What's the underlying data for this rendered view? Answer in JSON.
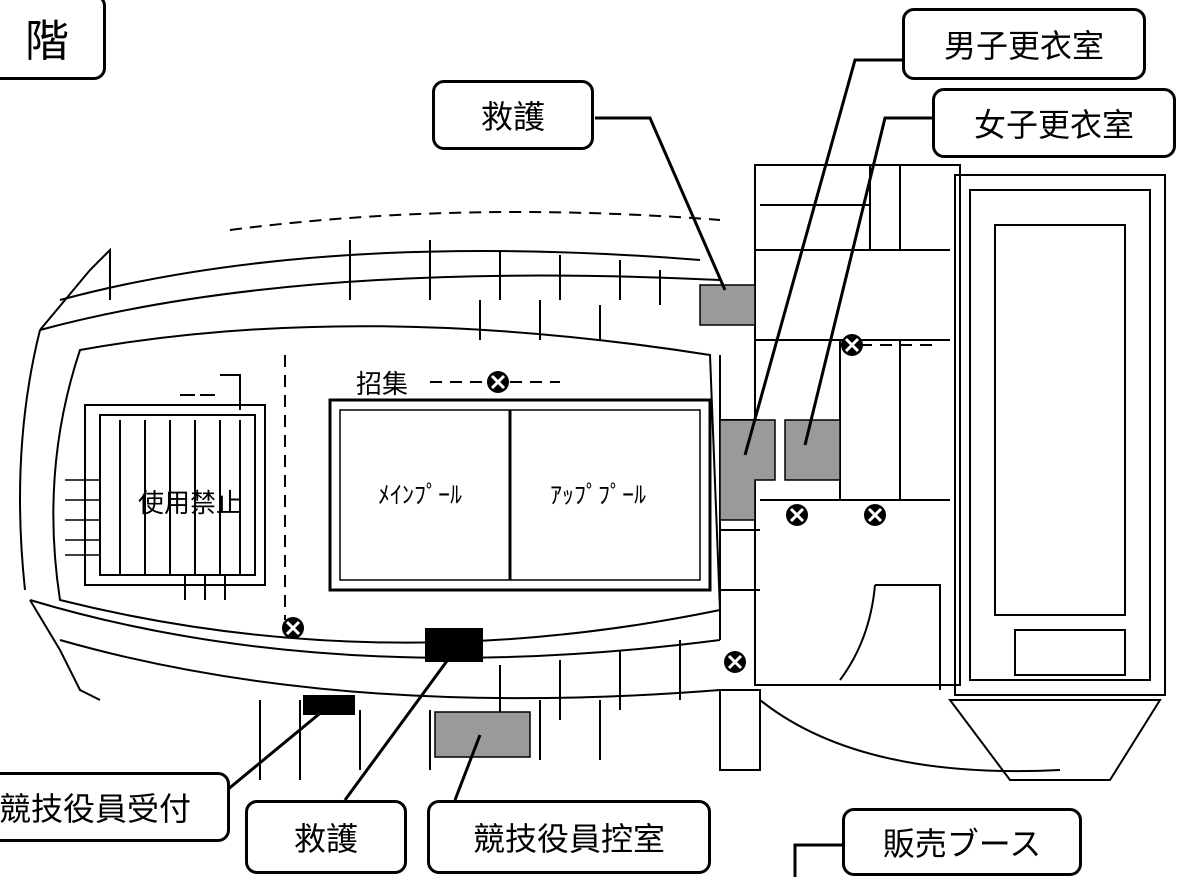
{
  "floor_label": "階",
  "labels": {
    "rescue_top": "救護",
    "mens_locker": "男子更衣室",
    "womens_locker": "女子更衣室",
    "officials_reception": "競技役員受付",
    "rescue_bottom": "救護",
    "officials_waiting": "競技役員控室",
    "sales_booth": "販売ブース"
  },
  "plan": {
    "main_pool": "ﾒｲﾝﾌﾟｰﾙ",
    "up_pool": "ｱｯﾌﾟﾌﾟｰﾙ",
    "closed_area": "使用禁止",
    "assembly": "招集"
  },
  "colors": {
    "room_fill": "#9a9a9a",
    "marker_fill": "#000000",
    "wall": "#000000"
  }
}
